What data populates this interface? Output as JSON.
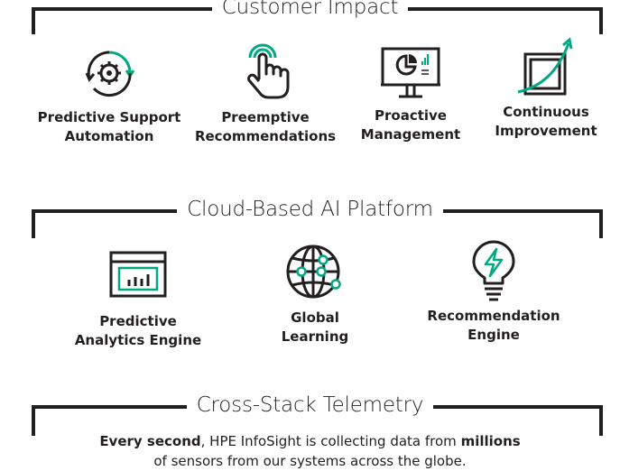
{
  "sections": {
    "customer_impact": {
      "title": "Customer Impact",
      "items": [
        {
          "line1": "Predictive Support",
          "line2": "Automation",
          "icon": "cycle-gear-icon"
        },
        {
          "line1": "Preemptive",
          "line2": "Recommendations",
          "icon": "touch-hand-icon"
        },
        {
          "line1": "Proactive",
          "line2": "Management",
          "icon": "monitor-chart-icon"
        },
        {
          "line1": "Continuous",
          "line2": "Improvement",
          "icon": "growth-arrow-icon"
        }
      ]
    },
    "cloud_platform": {
      "title": "Cloud-Based AI Platform",
      "items": [
        {
          "line1": "Predictive",
          "line2": "Analytics Engine",
          "icon": "analytics-window-icon"
        },
        {
          "line1": "Global",
          "line2": "Learning",
          "icon": "globe-network-icon"
        },
        {
          "line1": "Recommendation",
          "line2": "Engine",
          "icon": "lightbulb-bolt-icon"
        }
      ]
    },
    "telemetry": {
      "title": "Cross-Stack Telemetry",
      "text_bold_1": "Every second",
      "text_1": ", HPE InfoSight is collecting data from ",
      "text_bold_2": "millions",
      "text_2": "of sensors from our systems across the globe."
    }
  },
  "colors": {
    "accent": "#01a982",
    "ink": "#231f20"
  }
}
